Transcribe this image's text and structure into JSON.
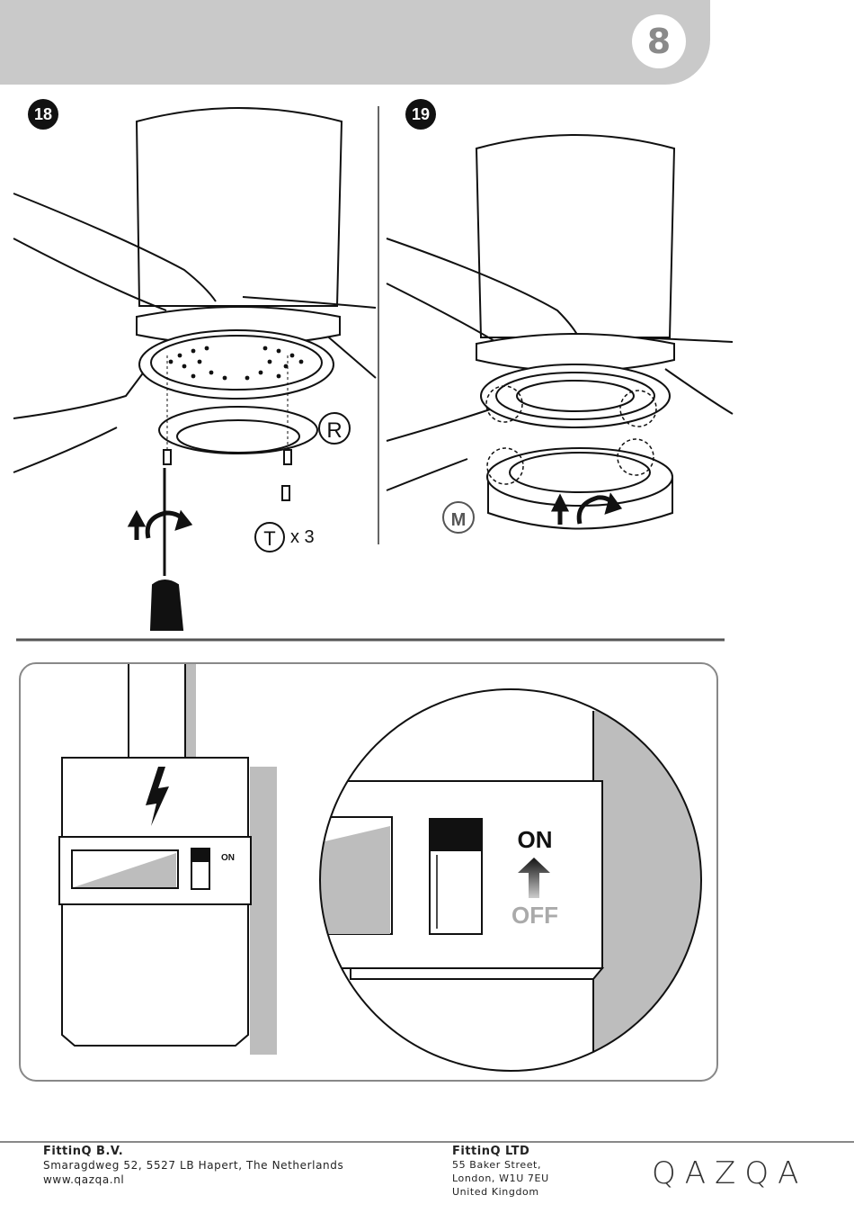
{
  "page": {
    "number": "8"
  },
  "steps": [
    {
      "number": "18",
      "part_label": "R",
      "screw_label": "T",
      "screw_qty": "x 3"
    },
    {
      "number": "19",
      "part_label": "M"
    }
  ],
  "switch_panel": {
    "small_on": "ON",
    "zoom_on": "ON",
    "zoom_off": "OFF"
  },
  "footer": {
    "nl": {
      "company": "FittinQ B.V.",
      "address": "Smaragdweg 52, 5527 LB Hapert, The Netherlands",
      "web": "www.qazqa.nl"
    },
    "uk": {
      "company": "FittinQ LTD",
      "lines": [
        "55 Baker Street,",
        "London, W1U 7EU",
        "United Kingdom"
      ]
    },
    "logo": "QAZQA"
  },
  "icons": [
    "lightning-icon",
    "rotate-arrow-icon",
    "up-arrow-icon",
    "screwdriver-icon"
  ],
  "colors": {
    "header_gray": "#c9c9c9",
    "page_num_gray": "#8a8a8a",
    "panel_border": "#888888",
    "off_gray": "#aaaaaa"
  }
}
